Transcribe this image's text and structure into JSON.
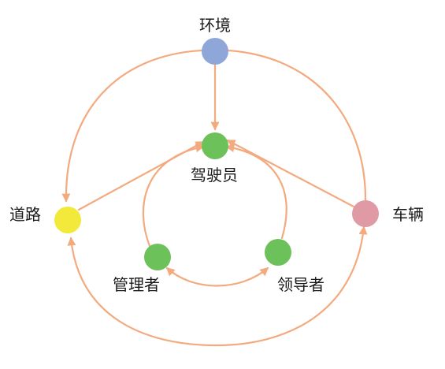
{
  "colors": {
    "edge": "#F2AA7E",
    "environment": "#8EA7D8",
    "driver": "#6DC15A",
    "road": "#F2E93A",
    "vehicle": "#E09AA5",
    "manager": "#6DC15A",
    "leader": "#6DC15A"
  },
  "nodes": {
    "environment": {
      "label": "环境"
    },
    "driver": {
      "label": "驾驶员"
    },
    "road": {
      "label": "道路"
    },
    "vehicle": {
      "label": "车辆"
    },
    "manager": {
      "label": "管理者"
    },
    "leader": {
      "label": "领导者"
    }
  }
}
